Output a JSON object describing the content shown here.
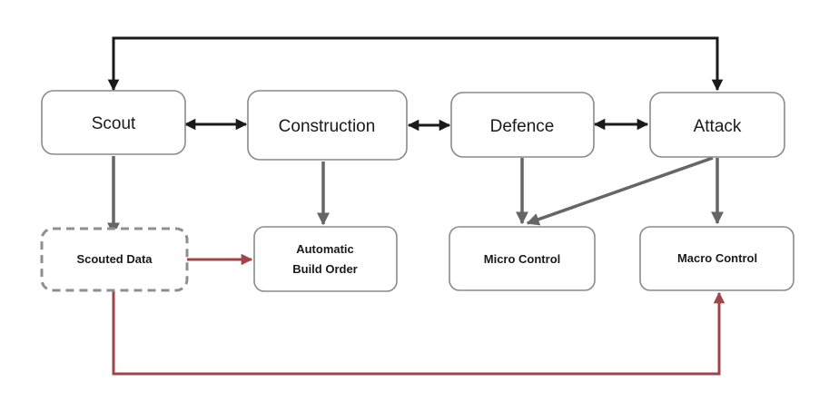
{
  "diagram": {
    "nodes": {
      "scout": {
        "label": "Scout"
      },
      "construction": {
        "label": "Construction"
      },
      "defence": {
        "label": "Defence"
      },
      "attack": {
        "label": "Attack"
      },
      "scouted_data": {
        "label": "Scouted Data"
      },
      "automatic_build_order": {
        "line1": "Automatic",
        "line2": "Build Order"
      },
      "micro_control": {
        "label": "Micro Control"
      },
      "macro_control": {
        "label": "Macro Control"
      }
    },
    "edges": [
      {
        "from": "attack",
        "to": "scout",
        "style": "dark",
        "direction": "both",
        "route": "over-top"
      },
      {
        "from": "scout",
        "to": "construction",
        "style": "dark",
        "direction": "both"
      },
      {
        "from": "construction",
        "to": "defence",
        "style": "dark",
        "direction": "both"
      },
      {
        "from": "defence",
        "to": "attack",
        "style": "dark",
        "direction": "both"
      },
      {
        "from": "scout",
        "to": "scouted_data",
        "style": "gray",
        "direction": "forward"
      },
      {
        "from": "construction",
        "to": "automatic_build_order",
        "style": "gray",
        "direction": "forward"
      },
      {
        "from": "defence",
        "to": "micro_control",
        "style": "gray",
        "direction": "forward"
      },
      {
        "from": "attack",
        "to": "micro_control",
        "style": "gray",
        "direction": "forward"
      },
      {
        "from": "attack",
        "to": "macro_control",
        "style": "gray",
        "direction": "forward"
      },
      {
        "from": "scouted_data",
        "to": "automatic_build_order",
        "style": "red",
        "direction": "forward"
      },
      {
        "from": "scouted_data",
        "to": "macro_control",
        "style": "red",
        "direction": "forward",
        "route": "under-bottom"
      }
    ],
    "colors": {
      "dark_arrow": "#1a1a1a",
      "gray_arrow": "#666666",
      "red_arrow": "#a0444a",
      "box_border": "#8a8a8a",
      "dashed_border": "#8f8f8f"
    }
  }
}
